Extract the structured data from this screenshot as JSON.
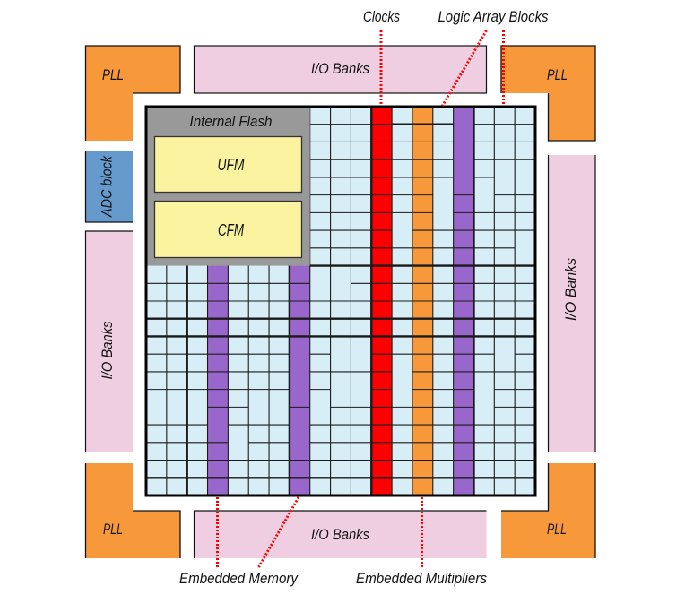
{
  "title": "FPGA device floorplan",
  "colors": {
    "pll": "#f7993b",
    "io_bank": "#efcee2",
    "adc": "#6699cc",
    "lab": "#d7eef6",
    "memory": "#9966cc",
    "clock": "#ff0000",
    "multiplier": "#f7993b",
    "flash": "#999999",
    "flash_block": "#fbf3a0",
    "callout": "#ff0000",
    "line": "#1a1a1a"
  },
  "blocks": {
    "pll_top_left": "PLL",
    "pll_top_right": "PLL",
    "pll_bottom_left": "PLL",
    "pll_bottom_right": "PLL",
    "io_top": "I/O Banks",
    "io_bottom": "I/O Banks",
    "io_left": "I/O Banks",
    "io_right": "I/O Banks",
    "adc": "ADC block",
    "internal_flash": "Internal Flash",
    "ufm": "UFM",
    "cfm": "CFM"
  },
  "callouts": {
    "clocks": "Clocks",
    "logic_array_blocks": "Logic Array Blocks",
    "embedded_memory": "Embedded Memory",
    "embedded_multipliers": "Embedded Multipliers"
  },
  "fabric": {
    "rows": 22,
    "columns": [
      "lab",
      "lab",
      "lab",
      "memory",
      "lab",
      "lab",
      "lab",
      "memory",
      "lab",
      "lab",
      "lab",
      "clock",
      "lab",
      "multiplier",
      "lab",
      "memory",
      "lab",
      "lab",
      "lab"
    ],
    "flash_span": {
      "columns": 8,
      "rows": 9
    }
  }
}
